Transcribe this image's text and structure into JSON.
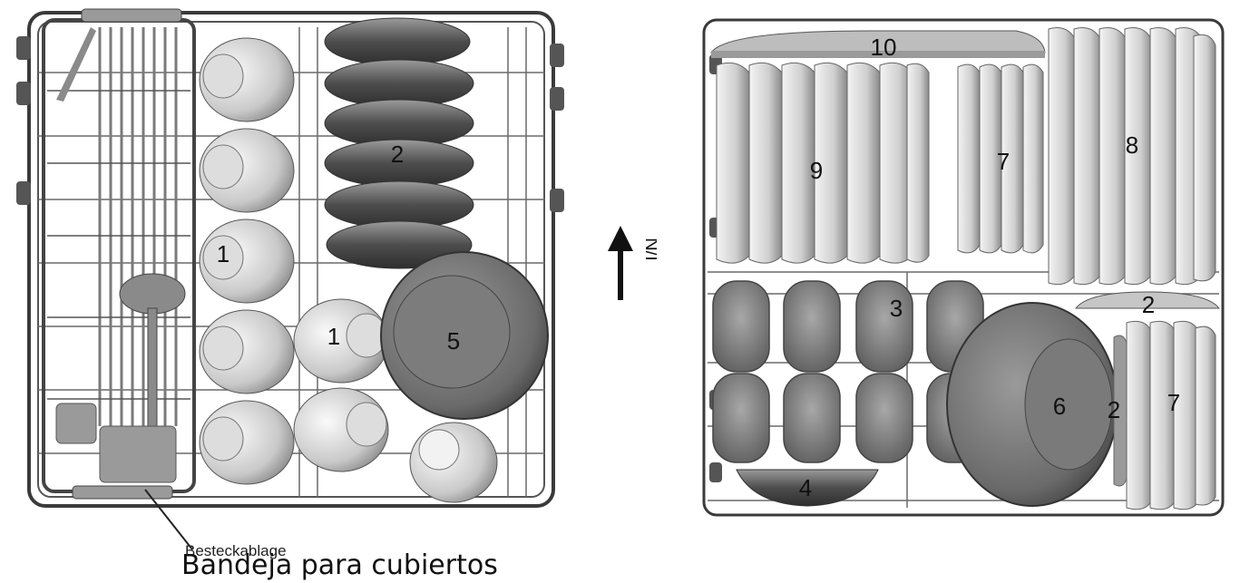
{
  "caption": {
    "ghost_text": "Besteckablage",
    "main_text": "Bandeja para cubiertos"
  },
  "direction": {
    "label": "N/I",
    "icon": "up-arrow-icon"
  },
  "upper_rack": {
    "labels": {
      "one_a": "1",
      "one_b": "1",
      "two": "2",
      "five": "5"
    }
  },
  "lower_rack": {
    "labels": {
      "ten": "10",
      "nine": "9",
      "seven_a": "7",
      "eight": "8",
      "three": "3",
      "two_a": "2",
      "six": "6",
      "two_b": "2",
      "seven_b": "7",
      "four": "4"
    }
  },
  "colors": {
    "wire": "#3a3a3a",
    "item_light": "#e6e6e6",
    "item_dark": "#4a4a4a",
    "label": "#111111"
  }
}
